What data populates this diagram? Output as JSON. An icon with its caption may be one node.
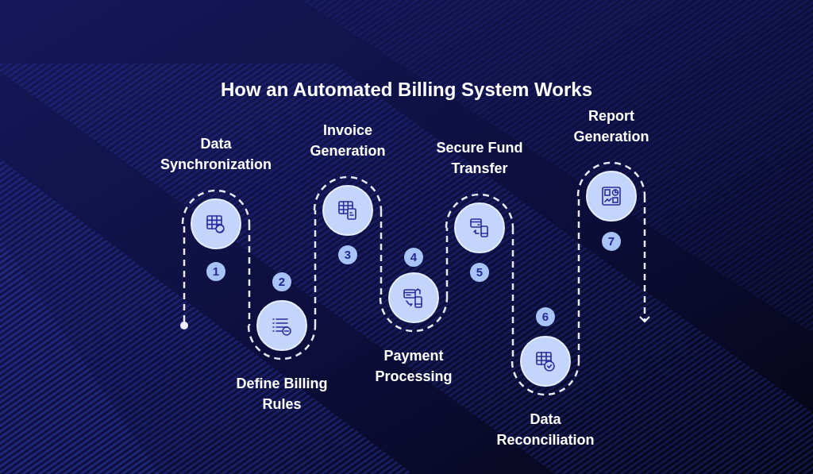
{
  "diagram": {
    "title": "How an Automated Billing System Works",
    "nodes": [
      {
        "text": [],
        "shape": "circle"
      },
      {
        "text": [
          "Data Synchronization"
        ],
        "beside": [
          "1"
        ]
      },
      {
        "text": [
          "Define Billing Rules"
        ],
        "beside": [
          "2"
        ]
      },
      {
        "text": [
          "Invoice Generation"
        ],
        "beside": [
          "3"
        ]
      },
      {
        "text": [
          "Payment Processing"
        ],
        "beside": [
          "4"
        ]
      },
      {
        "text": [
          "Secure Fund Transfer"
        ],
        "beside": [
          "5"
        ]
      },
      {
        "text": [
          "Data Reconciliation"
        ],
        "beside": [
          "6"
        ]
      },
      {
        "text": [
          "Report Generation"
        ],
        "beside": [
          "7"
        ]
      }
    ],
    "edges": [
      {
        "from": 0,
        "to": 1,
        "arrow": "none",
        "style": "dashed"
      },
      {
        "from": 1,
        "to": 2,
        "arrow": "none",
        "style": "dashed"
      },
      {
        "from": 2,
        "to": 3,
        "arrow": "none",
        "style": "dashed"
      },
      {
        "from": 3,
        "to": 4,
        "arrow": "none",
        "style": "dashed"
      },
      {
        "from": 4,
        "to": 5,
        "arrow": "none",
        "style": "dashed"
      },
      {
        "from": 5,
        "to": 6,
        "arrow": "none",
        "style": "dashed"
      },
      {
        "from": 6,
        "to": 7,
        "arrow": "none",
        "style": "dashed"
      },
      {
        "from": 7,
        "to": null,
        "arrow": "to",
        "style": "dashed"
      }
    ]
  }
}
